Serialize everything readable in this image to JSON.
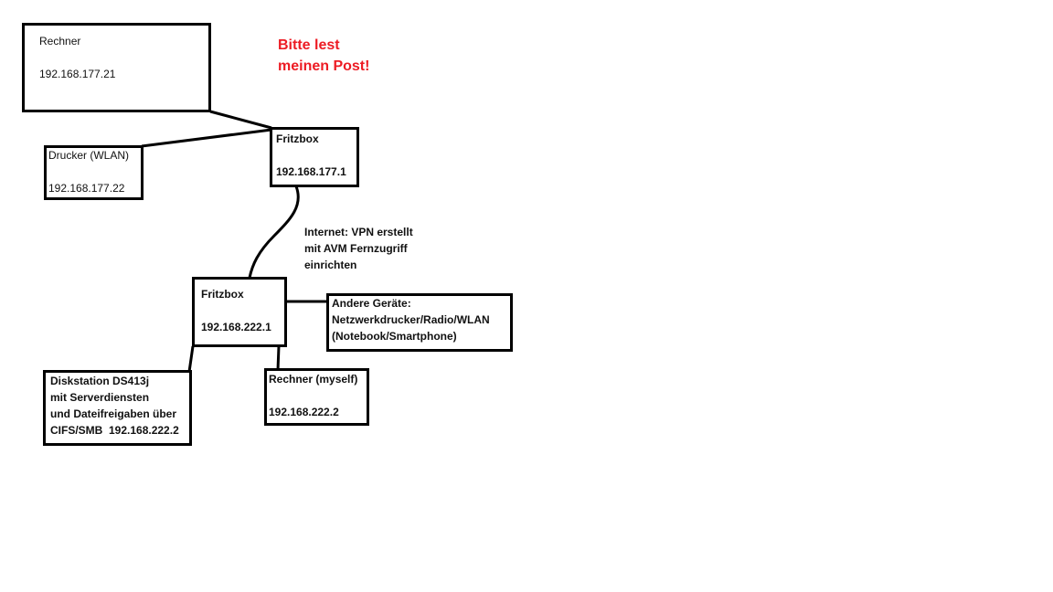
{
  "note": {
    "line1": "Bitte lest",
    "line2": "meinen Post!",
    "color": "#ed1c24"
  },
  "nodes": {
    "rechner_remote": {
      "name": "Rechner",
      "ip": "192.168.177.21"
    },
    "drucker": {
      "name": "Drucker (WLAN)",
      "ip": "192.168.177.22"
    },
    "fritzbox_remote": {
      "name": "Fritzbox",
      "ip": "192.168.177.1"
    },
    "fritzbox_local": {
      "name": "Fritzbox",
      "ip": "192.168.222.1"
    },
    "andere": {
      "line1": "Andere Geräte:",
      "line2": "Netzwerkdrucker/Radio/WLAN",
      "line3": "(Notebook/Smartphone)"
    },
    "diskstation": {
      "line1": "Diskstation DS413j",
      "line2": "mit Serverdiensten",
      "line3": "und Dateifreigaben über",
      "line4": "CIFS/SMB  192.168.222.2"
    },
    "rechner_local": {
      "name": "Rechner (myself)",
      "ip": "192.168.222.2"
    }
  },
  "vpn_label": {
    "line1": "Internet: VPN erstellt",
    "line2": "mit AVM Fernzugriff",
    "line3": "einrichten"
  }
}
